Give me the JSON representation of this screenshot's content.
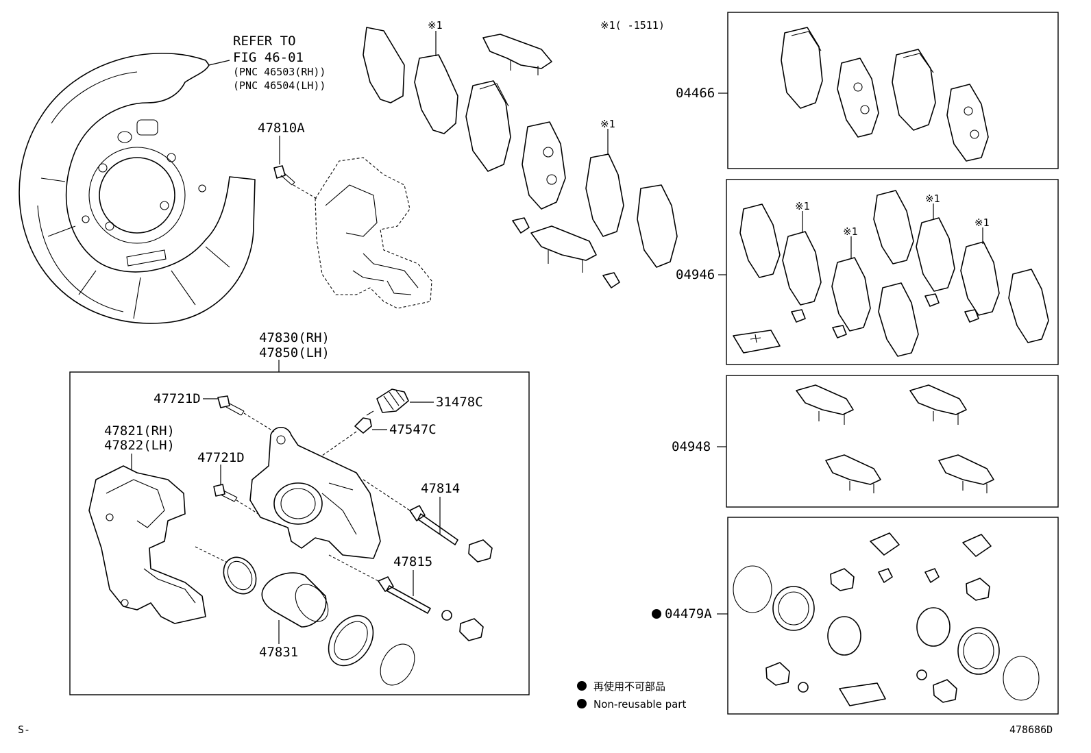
{
  "refer": {
    "line1": "REFER TO",
    "line2": "FIG 46-01",
    "line3": "(PNC 46503(RH))",
    "line4": "(PNC 46504(LH))"
  },
  "notes": {
    "mark1": "※1",
    "range_note": "※1(    -1511)"
  },
  "labels": {
    "p47810A": "47810A",
    "p47830": "47830(RH)",
    "p47850": "47850(LH)",
    "p47721D_a": "47721D",
    "p47721D_b": "47721D",
    "p31478C": "31478C",
    "p47547C": "47547C",
    "p47821": "47821(RH)",
    "p47822": "47822(LH)",
    "p47814": "47814",
    "p47815": "47815",
    "p47831": "47831",
    "p04466": "04466",
    "p04946": "04946",
    "p04948": "04948",
    "p04479A": "04479A"
  },
  "legend": {
    "jp": "再使用不可部品",
    "en": "Non-reusable part"
  },
  "footer": {
    "left": "S-",
    "code": "478686D"
  }
}
